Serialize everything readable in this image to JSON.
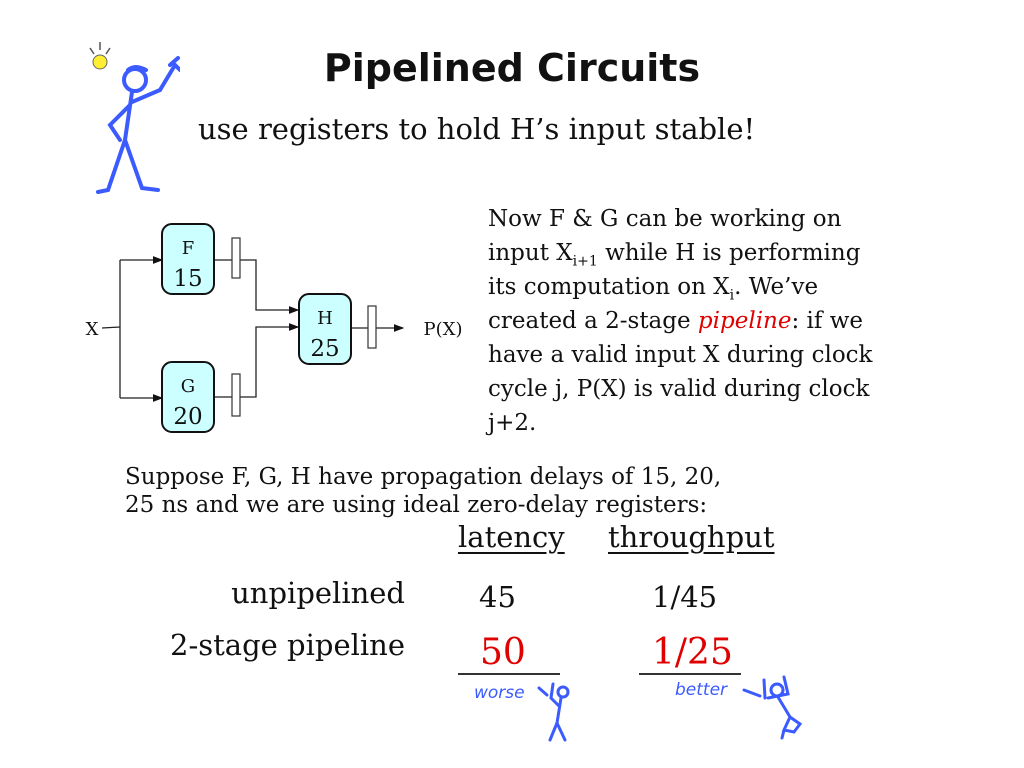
{
  "title": "Pipelined Circuits",
  "subtitle": "use registers to hold H’s input stable!",
  "diagram": {
    "input_label": "X",
    "output_label": "P(X)",
    "blocks": [
      {
        "name": "F",
        "delay": "15"
      },
      {
        "name": "G",
        "delay": "20"
      },
      {
        "name": "H",
        "delay": "25"
      }
    ]
  },
  "paragraph": {
    "l1": "Now F & G can be working on",
    "l2a": "input X",
    "l2sub": "i+1",
    "l2b": " while H is performing",
    "l3a": "its computation on X",
    "l3sub": "i",
    "l3b": ".  We’ve",
    "l4a": "created a 2-stage ",
    "l4em": "pipeline",
    "l4b": ": if we",
    "l5": "have a valid input X during clock",
    "l6": "cycle j, P(X) is valid during clock",
    "l7": "j+2."
  },
  "suppose": {
    "l1": "Suppose F, G, H have propagation delays of 15, 20,",
    "l2": "25 ns and we are using ideal zero-delay registers:"
  },
  "table": {
    "headers": [
      "latency",
      "throughput"
    ],
    "rows": [
      {
        "label": "unpipelined",
        "latency": "45",
        "throughput": "1/45"
      },
      {
        "label": "2-stage pipeline",
        "latency": "50",
        "throughput": "1/25"
      }
    ],
    "notes": {
      "latency": "worse",
      "throughput": "better"
    }
  },
  "colors": {
    "accent_red": "#e00000",
    "block_fill": "#ccffff",
    "cartoon_blue": "#3b5bff"
  }
}
